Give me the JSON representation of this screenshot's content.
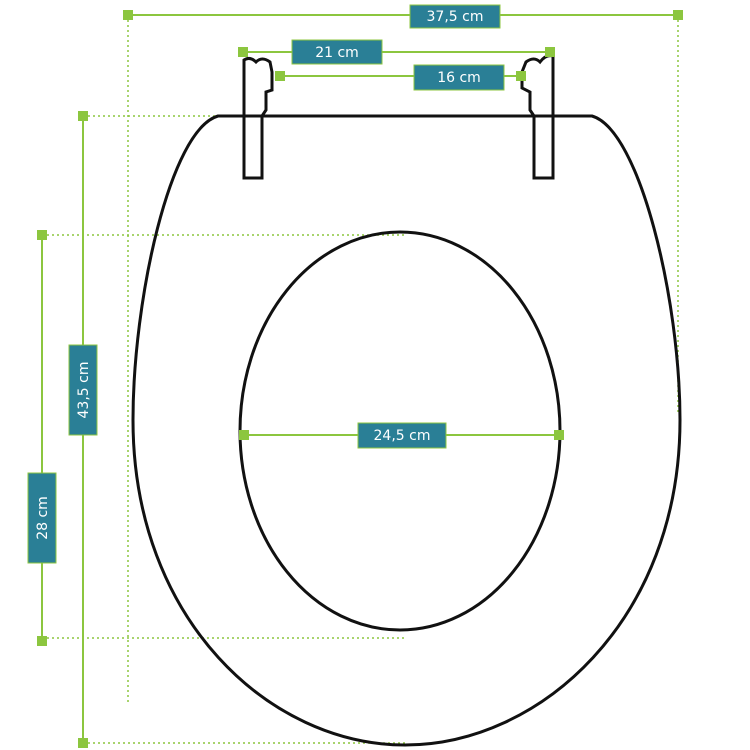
{
  "colors": {
    "dimension": "#8cc63f",
    "label_bg": "#2a7f96",
    "outline": "#111111"
  },
  "dimensions": {
    "total_width": "37,5 cm",
    "hinge_outer": "21 cm",
    "hinge_inner": "16 cm",
    "total_length": "43,5 cm",
    "opening_length": "28 cm",
    "opening_width": "24,5 cm"
  }
}
